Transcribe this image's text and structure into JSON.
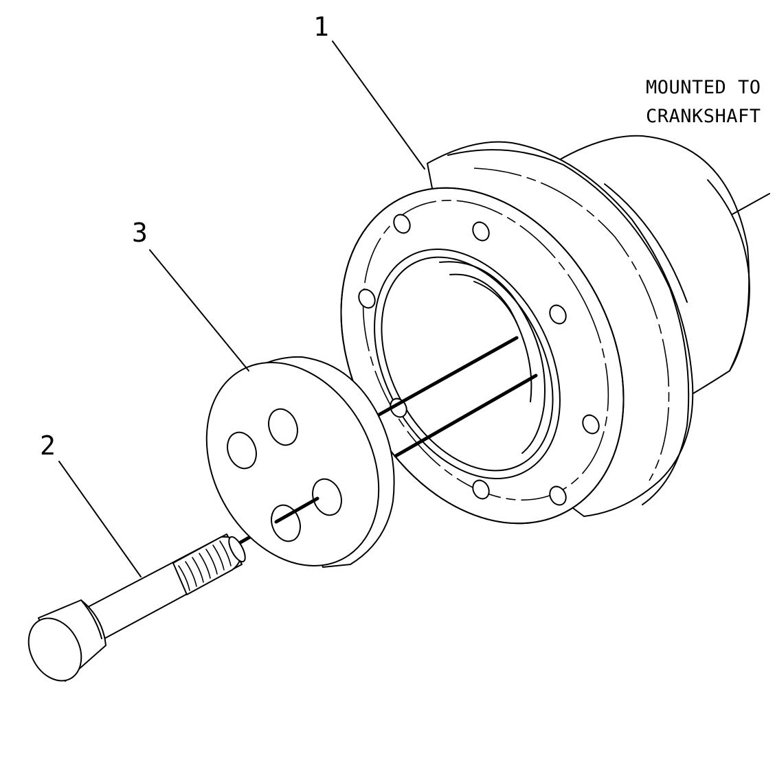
{
  "callouts": {
    "item_1": "1",
    "item_2": "2",
    "item_3": "3"
  },
  "note": {
    "line_1": "MOUNTED TO",
    "line_2": "CRANKSHAFT"
  }
}
